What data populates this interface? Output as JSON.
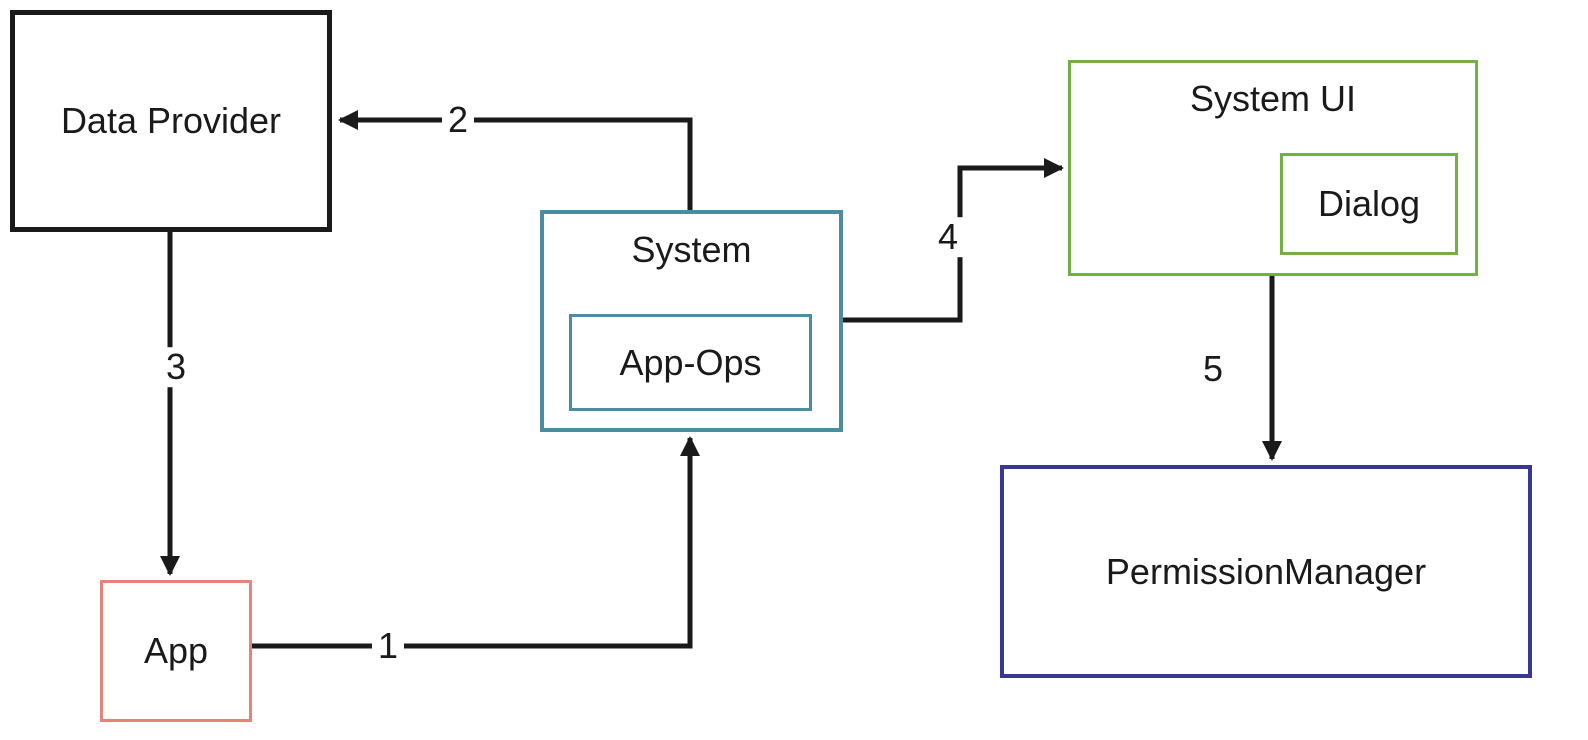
{
  "diagram": {
    "nodes": {
      "data_provider": {
        "label": "Data Provider"
      },
      "app": {
        "label": "App"
      },
      "system": {
        "label": "System"
      },
      "app_ops": {
        "label": "App-Ops"
      },
      "system_ui": {
        "label": "System UI"
      },
      "dialog": {
        "label": "Dialog"
      },
      "permission_manager": {
        "label": "PermissionManager"
      }
    },
    "edges": [
      {
        "label": "1",
        "from": "app",
        "to": "system"
      },
      {
        "label": "2",
        "from": "system",
        "to": "data_provider"
      },
      {
        "label": "3",
        "from": "data_provider",
        "to": "app"
      },
      {
        "label": "4",
        "from": "system",
        "to": "system_ui"
      },
      {
        "label": "5",
        "from": "system_ui",
        "to": "permission_manager"
      }
    ],
    "colors": {
      "data_provider_border": "#1a1a1a",
      "app_border": "#e8837a",
      "system_border": "#4a8ca0",
      "system_ui_border": "#72b043",
      "permission_manager_border": "#3a3794",
      "arrow_color": "#1a1a1a"
    }
  }
}
